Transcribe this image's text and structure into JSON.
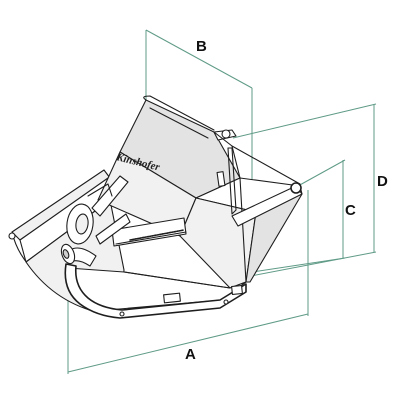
{
  "dimensions": {
    "a": "A",
    "b": "B",
    "c": "C",
    "d": "D"
  },
  "brand": {
    "logo_text": "Kinshofer"
  },
  "colors": {
    "dimension_line": "#5f9b86",
    "ink": "#1e1e1e",
    "background": "#ffffff"
  }
}
